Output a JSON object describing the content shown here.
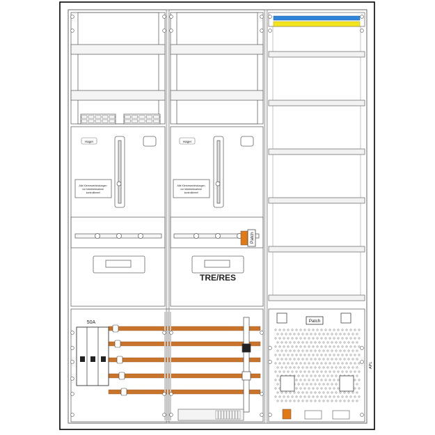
{
  "labels": {
    "tre_res": "TRE/RES",
    "breaker_rating": "50A",
    "patch_upper": "Patch",
    "patch_lower": "Patch",
    "apl": "APL",
    "brand_left": "Hager",
    "brand_right": "Hager",
    "note_left": [
      "Alle Klemmverbindungen",
      "vor Inbetriebnahme",
      "kontrollieren!"
    ],
    "note_right": [
      "Alle Klemmverbindungen",
      "vor Inbetriebnahme",
      "kontrollieren!"
    ]
  },
  "colors": {
    "frame": "#000000",
    "line": "#555555",
    "rail": "#f2f2f2",
    "busbar": "#c8742b",
    "terminal_blue": "#2f86d8",
    "terminal_yellow": "#f2e51b",
    "orange_part": "#e07a16"
  }
}
